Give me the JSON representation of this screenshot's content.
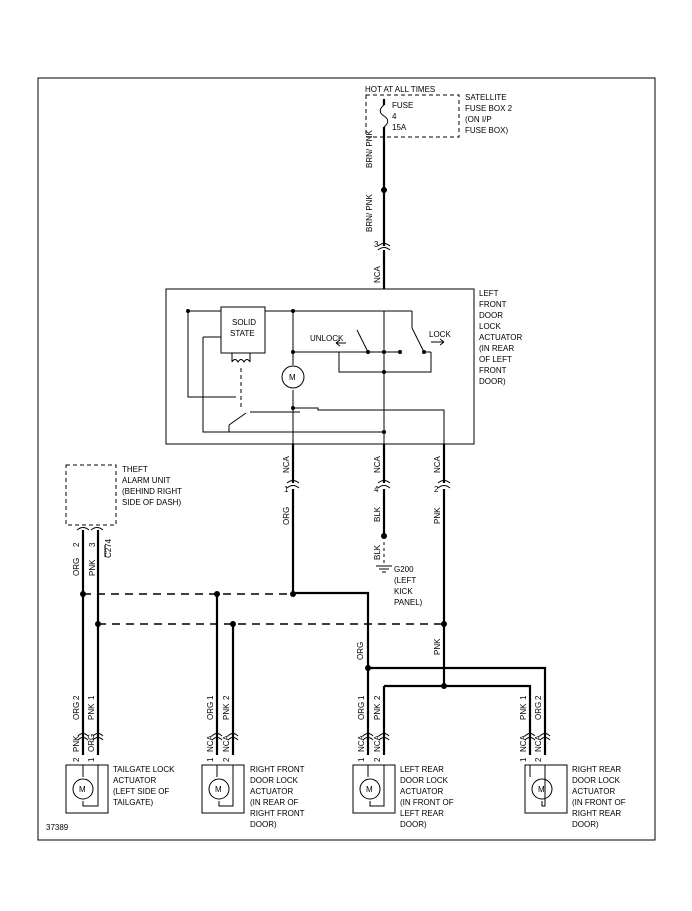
{
  "figure_id": "37389",
  "power": {
    "hot_label": "HOT AT ALL TIMES",
    "fuse_line1": "FUSE",
    "fuse_line2": "4",
    "fuse_line3": "15A",
    "fusebox": [
      "SATELLITE",
      "FUSE BOX 2",
      "(ON I/P",
      "FUSE BOX)"
    ]
  },
  "wire_labels": {
    "brn_pnk_a": "BRN/ PNK",
    "brn_pnk_b": "BRN/ PNK",
    "nca_top": "NCA",
    "c3_pin": "3",
    "nca_m": "NCA",
    "nca_g": "NCA",
    "nca_r": "NCA",
    "pin_m": "1",
    "pin_g": "4",
    "pin_r": "2",
    "org_m": "ORG",
    "blk_g": "BLK",
    "blk_g2": "BLK",
    "pnk_r": "PNK",
    "org_theft": "ORG",
    "pnk_theft": "PNK",
    "pin_theft_org": "2",
    "pin_theft_pnk": "3",
    "c274": "C274",
    "org_mid": "ORG",
    "pnk_mid": "PNK"
  },
  "actuator_main": {
    "solid_state": [
      "SOLID",
      "STATE"
    ],
    "unlock": "UNLOCK",
    "lock": "LOCK",
    "motor": "M",
    "label": [
      "LEFT",
      "FRONT",
      "DOOR",
      "LOCK",
      "ACTUATOR",
      "(IN REAR",
      "OF LEFT",
      "FRONT",
      "DOOR)"
    ]
  },
  "ground": {
    "name": "G200",
    "location": [
      "(LEFT",
      "KICK",
      "PANEL)"
    ]
  },
  "theft": {
    "label": [
      "THEFT",
      "ALARM UNIT",
      "(BEHIND RIGHT",
      "SIDE OF DASH)"
    ]
  },
  "actuators": [
    {
      "upper": [
        {
          "pin": "2",
          "wire": "ORG"
        },
        {
          "pin": "1",
          "wire": "PNK"
        }
      ],
      "lower": [
        {
          "wire": "PNK",
          "pin": "2"
        },
        {
          "wire": "ORG",
          "pin": "1"
        }
      ],
      "motor": "M",
      "label": [
        "TAILGATE LOCK",
        "ACTUATOR",
        "(LEFT SIDE OF",
        "TAILGATE)"
      ]
    },
    {
      "upper": [
        {
          "pin": "1",
          "wire": "ORG"
        },
        {
          "pin": "2",
          "wire": "PNK"
        }
      ],
      "lower": [
        {
          "wire": "NCA",
          "pin": "1"
        },
        {
          "wire": "NCA",
          "pin": "2"
        }
      ],
      "motor": "M",
      "label": [
        "RIGHT FRONT",
        "DOOR LOCK",
        "ACTUATOR",
        "(IN REAR OF",
        "RIGHT FRONT",
        "DOOR)"
      ]
    },
    {
      "upper": [
        {
          "pin": "1",
          "wire": "ORG"
        },
        {
          "pin": "2",
          "wire": "PNK"
        }
      ],
      "lower": [
        {
          "wire": "NCA",
          "pin": "1"
        },
        {
          "wire": "NCA",
          "pin": "2"
        }
      ],
      "motor": "M",
      "label": [
        "LEFT REAR",
        "DOOR LOCK",
        "ACTUATOR",
        "(IN FRONT OF",
        "LEFT REAR",
        "DOOR)"
      ]
    },
    {
      "upper": [
        {
          "pin": "1",
          "wire": "PNK"
        },
        {
          "pin": "2",
          "wire": "ORG"
        }
      ],
      "lower": [
        {
          "wire": "NCA",
          "pin": "1"
        },
        {
          "wire": "NCA",
          "pin": "2"
        }
      ],
      "motor": "M",
      "label": [
        "RIGHT REAR",
        "DOOR LOCK",
        "ACTUATOR",
        "(IN FRONT OF",
        "RIGHT REAR",
        "DOOR)"
      ]
    }
  ]
}
